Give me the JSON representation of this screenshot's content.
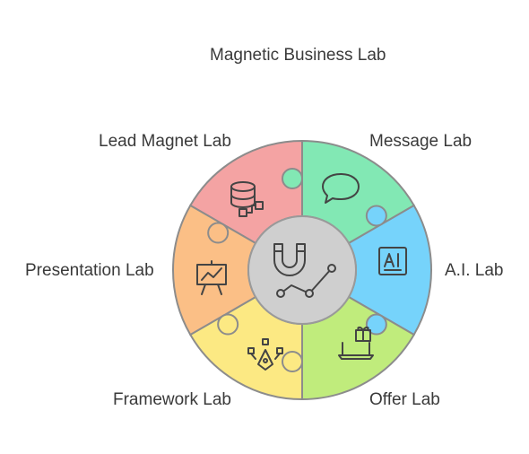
{
  "title": "Magnetic Business Lab",
  "segments": [
    {
      "label": "Lead Magnet Lab",
      "icon": "database-network-icon",
      "color": "#f4a3a3"
    },
    {
      "label": "Message Lab",
      "icon": "chat-bubble-icon",
      "color": "#82e8b4"
    },
    {
      "label": "A.I. Lab",
      "icon": "ai-file-icon",
      "color": "#76d3fb"
    },
    {
      "label": "Offer Lab",
      "icon": "gift-laptop-icon",
      "color": "#c0ec7c"
    },
    {
      "label": "Framework Lab",
      "icon": "pen-nodes-icon",
      "color": "#fce983"
    },
    {
      "label": "Presentation Lab",
      "icon": "presentation-chart-icon",
      "color": "#fbbf86"
    }
  ],
  "center": {
    "icon": "magnet-trend-icon",
    "color": "#cfcfcf"
  }
}
